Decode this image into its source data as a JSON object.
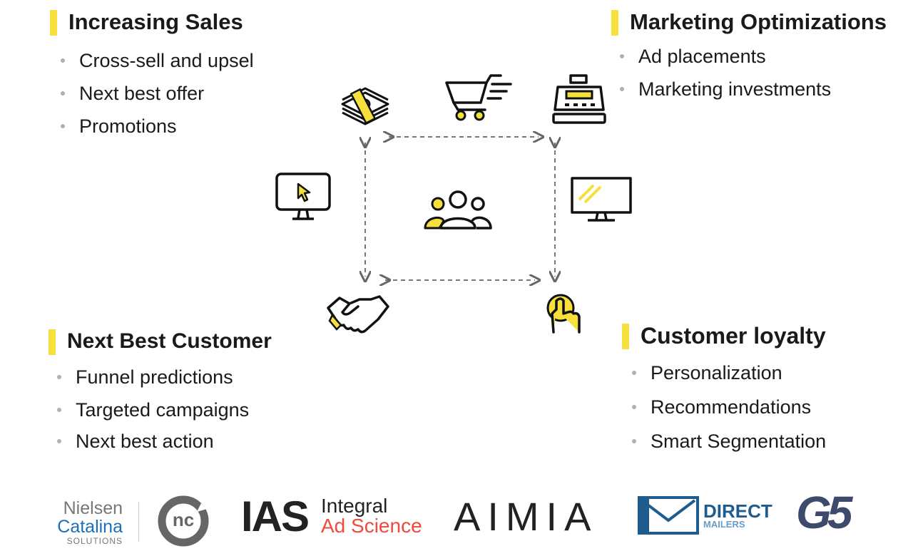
{
  "sections": {
    "increasing_sales": {
      "title": "Increasing Sales",
      "items": [
        "Cross-sell and upsel",
        "Next best offer",
        "Promotions"
      ]
    },
    "marketing_optimizations": {
      "title": "Marketing Optimizations",
      "items": [
        "Ad placements",
        "Marketing investments"
      ]
    },
    "next_best_customer": {
      "title": "Next Best Customer",
      "items": [
        "Funnel predictions",
        "Targeted campaigns",
        "Next best action"
      ]
    },
    "customer_loyalty": {
      "title": "Customer loyalty",
      "items": [
        "Personalization",
        "Recommendations",
        "Smart Segmentation"
      ]
    }
  },
  "icons": [
    "money-stack-icon",
    "shopping-cart-icon",
    "cash-register-icon",
    "monitor-cursor-icon",
    "people-group-icon",
    "monitor-icon",
    "handshake-icon",
    "tap-finger-icon"
  ],
  "logos": {
    "nielsen": {
      "line1": "Nielsen",
      "line2": "Catalina",
      "line3": "SOLUTIONS"
    },
    "nc": {
      "text": "nc"
    },
    "ias": {
      "mark": "IAS",
      "line1": "Integral",
      "line2": "Ad Science"
    },
    "aimia": {
      "text": "AIMIA"
    },
    "direct_mailers": {
      "line1": "DIRECT",
      "line2": "MAILERS"
    },
    "g5": {
      "text": "G5"
    }
  },
  "colors": {
    "accent": "#f5e03c",
    "ias_red": "#ef4a3c",
    "dm_blue": "#1e5b8f",
    "nielsen_blue": "#1d6fb8"
  }
}
